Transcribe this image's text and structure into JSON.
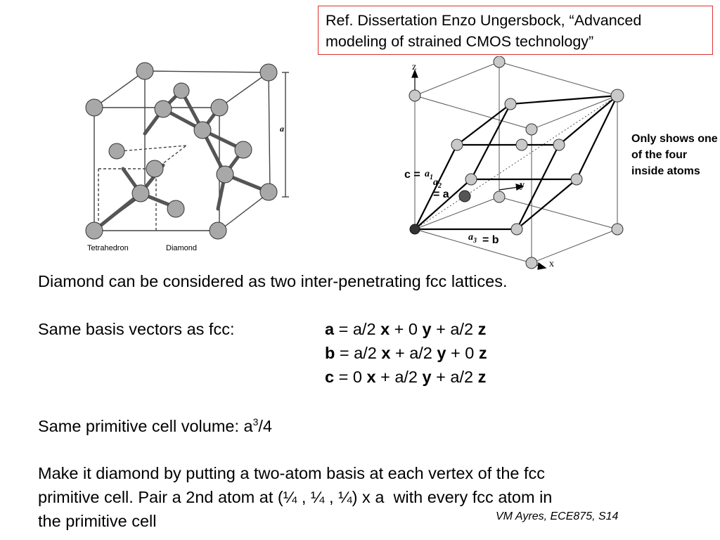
{
  "reference": {
    "line1": "Ref. Dissertation Enzo Ungersbock, “Advanced",
    "line2": "modeling of strained CMOS technology”"
  },
  "left_figure": {
    "label_left": "Tetrahedron",
    "label_right": "Diamond",
    "side_mark": "a"
  },
  "right_figure": {
    "axis_z": "z",
    "axis_y": "y",
    "axis_x": "x",
    "vec_a1": "a",
    "vec_a1_sub": "1",
    "vec_a2": "a",
    "vec_a2_sub": "2",
    "vec_a3": "a",
    "vec_a3_sub": "3",
    "eq_c": "c =",
    "eq_a": "= a",
    "eq_b": "= b",
    "note": "Only shows one of the four inside atoms"
  },
  "body": {
    "line1": "Diamond can be considered as two inter-penetrating fcc lattices.",
    "basis_label": "Same basis vectors as fcc:",
    "vec_a": {
      "name": "a",
      "p1": " = a/2 ",
      "v1": "x",
      "p2": " + 0 ",
      "v2": "y",
      "p3": " + a/2 ",
      "v3": "z"
    },
    "vec_b": {
      "name": "b",
      "p1": " = a/2 ",
      "v1": "x",
      "p2": " + a/2 ",
      "v2": "y",
      "p3": " + 0 ",
      "v3": "z"
    },
    "vec_c": {
      "name": "c",
      "p1": " = 0 ",
      "v1": "x",
      "p2": " + a/2 ",
      "v2": "y",
      "p3": " + a/2 ",
      "v3": "z"
    },
    "volume_prefix": "Same primitive cell volume: a",
    "volume_exp": "3",
    "volume_suffix": "/4",
    "para1": "Make it diamond by putting a two-atom basis at each vertex of the fcc",
    "para2": "primitive cell. Pair a 2nd atom at (¼ , ¼ , ¼) x a  with every fcc atom in",
    "para3": "the primitive cell"
  },
  "footer": "VM Ayres, ECE875, S14"
}
